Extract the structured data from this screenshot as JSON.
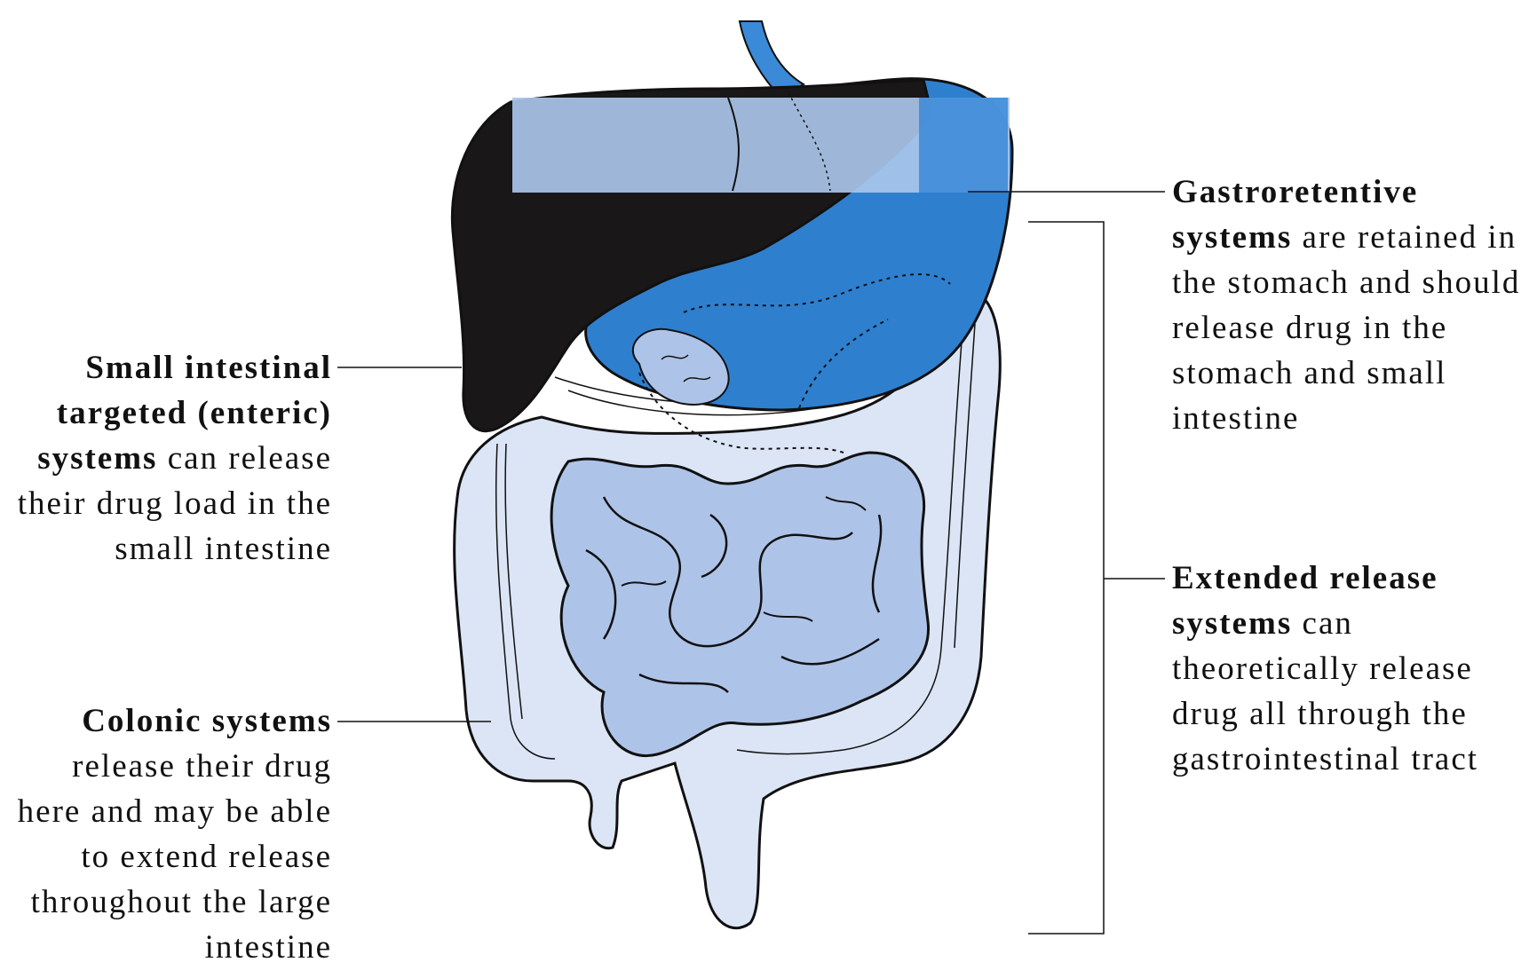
{
  "labels": {
    "small_intestinal": {
      "title": "Small intestinal targeted (enteric) systems",
      "body": "can release their drug load in the small intestine"
    },
    "colonic": {
      "title": "Colonic systems",
      "body": "release their drug here and may be able to extend release throughout the large intestine"
    },
    "gastroretentive": {
      "title": "Gastroretentive systems",
      "body": "are retained in the stomach and should release drug in the stomach and small intestine"
    },
    "extended_release": {
      "title": "Extended release systems",
      "body": "can theoretically release drug all through the gastrointestinal tract"
    }
  },
  "colors": {
    "stomach": "#2f7fcf",
    "stomach_highlight": "#a9c6ea",
    "esophagus": "#3a8ad8",
    "liver": "#1a1718",
    "small_intestine": "#aec3e8",
    "large_intestine": "#dbe5f5",
    "outline": "#111111"
  }
}
